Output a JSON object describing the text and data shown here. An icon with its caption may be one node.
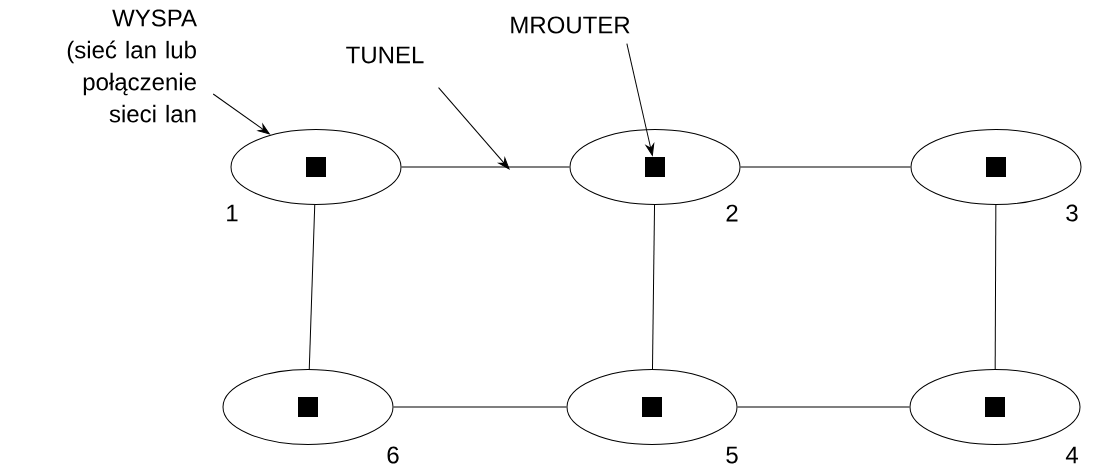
{
  "diagram": {
    "nodes": [
      {
        "text": [
          "WYSPA (sieć lan lub połączenie sieci lan"
        ]
      },
      {
        "text": [
          "TUNEL"
        ]
      },
      {
        "text": [
          "MROUTER"
        ]
      },
      {
        "text": [],
        "shape": "ellipse",
        "beside": [
          "1"
        ]
      },
      {
        "text": [],
        "shape": "box",
        "in": 3
      },
      {
        "text": [],
        "shape": "ellipse",
        "beside": [
          "2"
        ]
      },
      {
        "text": [],
        "shape": "box",
        "in": 5
      },
      {
        "text": [],
        "shape": "ellipse",
        "beside": [
          "3"
        ]
      },
      {
        "text": [],
        "shape": "box",
        "in": 7
      },
      {
        "text": [],
        "shape": "ellipse",
        "beside": [
          "4"
        ]
      },
      {
        "text": [],
        "shape": "box",
        "in": 9
      },
      {
        "text": [],
        "shape": "ellipse",
        "beside": [
          "5"
        ]
      },
      {
        "text": [],
        "shape": "box",
        "in": 11
      },
      {
        "text": [],
        "shape": "ellipse",
        "beside": [
          "6"
        ]
      },
      {
        "text": [],
        "shape": "box",
        "in": 13
      }
    ],
    "edges": [
      {
        "from": 3,
        "to": 5,
        "arrow": "none"
      },
      {
        "from": 5,
        "to": 7,
        "arrow": "none"
      },
      {
        "from": 3,
        "to": 13,
        "arrow": "none"
      },
      {
        "from": 5,
        "to": 11,
        "arrow": "none"
      },
      {
        "from": 7,
        "to": 9,
        "arrow": "none"
      },
      {
        "from": 13,
        "to": 11,
        "arrow": "none"
      },
      {
        "from": 11,
        "to": 9,
        "arrow": "none"
      },
      {
        "from": 0,
        "to": 3,
        "arrow": "to"
      },
      {
        "from": 1,
        "to": null,
        "arrow": "to"
      },
      {
        "from": 2,
        "to": 6,
        "arrow": "to"
      }
    ]
  }
}
